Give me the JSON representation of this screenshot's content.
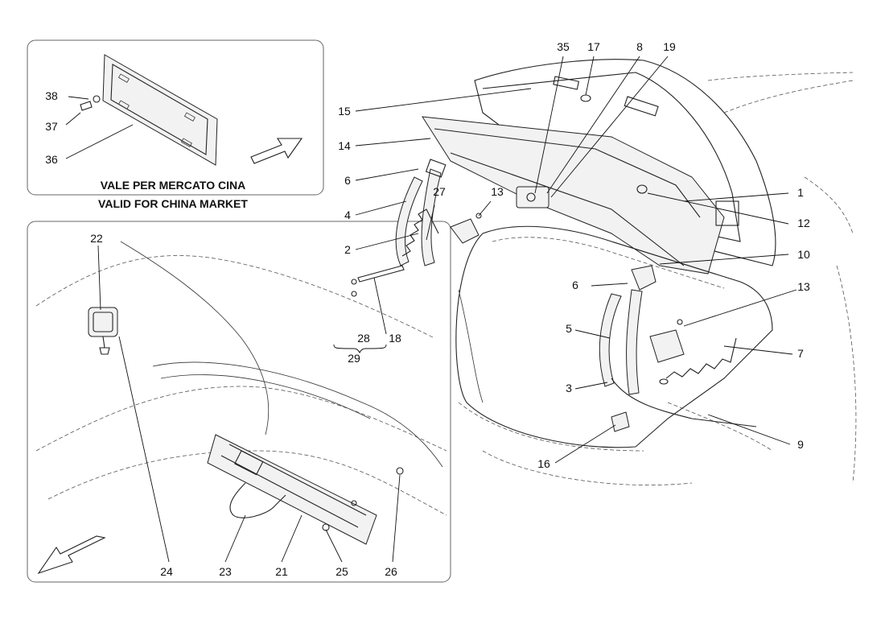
{
  "insets": {
    "china_caption_it": "VALE PER MERCATO CINA",
    "china_caption_en": "VALID FOR CHINA MARKET"
  },
  "callouts": {
    "c1": "1",
    "c2": "2",
    "c3": "3",
    "c4": "4",
    "c5": "5",
    "c6a": "6",
    "c6b": "6",
    "c7": "7",
    "c8": "8",
    "c9": "9",
    "c10": "10",
    "c12": "12",
    "c13a": "13",
    "c13b": "13",
    "c14": "14",
    "c15": "15",
    "c16": "16",
    "c17": "17",
    "c18": "18",
    "c19": "19",
    "c21": "21",
    "c22": "22",
    "c23": "23",
    "c24": "24",
    "c25": "25",
    "c26": "26",
    "c27": "27",
    "c28": "28",
    "c29": "29",
    "c35": "35",
    "c36": "36",
    "c37": "37",
    "c38": "38"
  }
}
